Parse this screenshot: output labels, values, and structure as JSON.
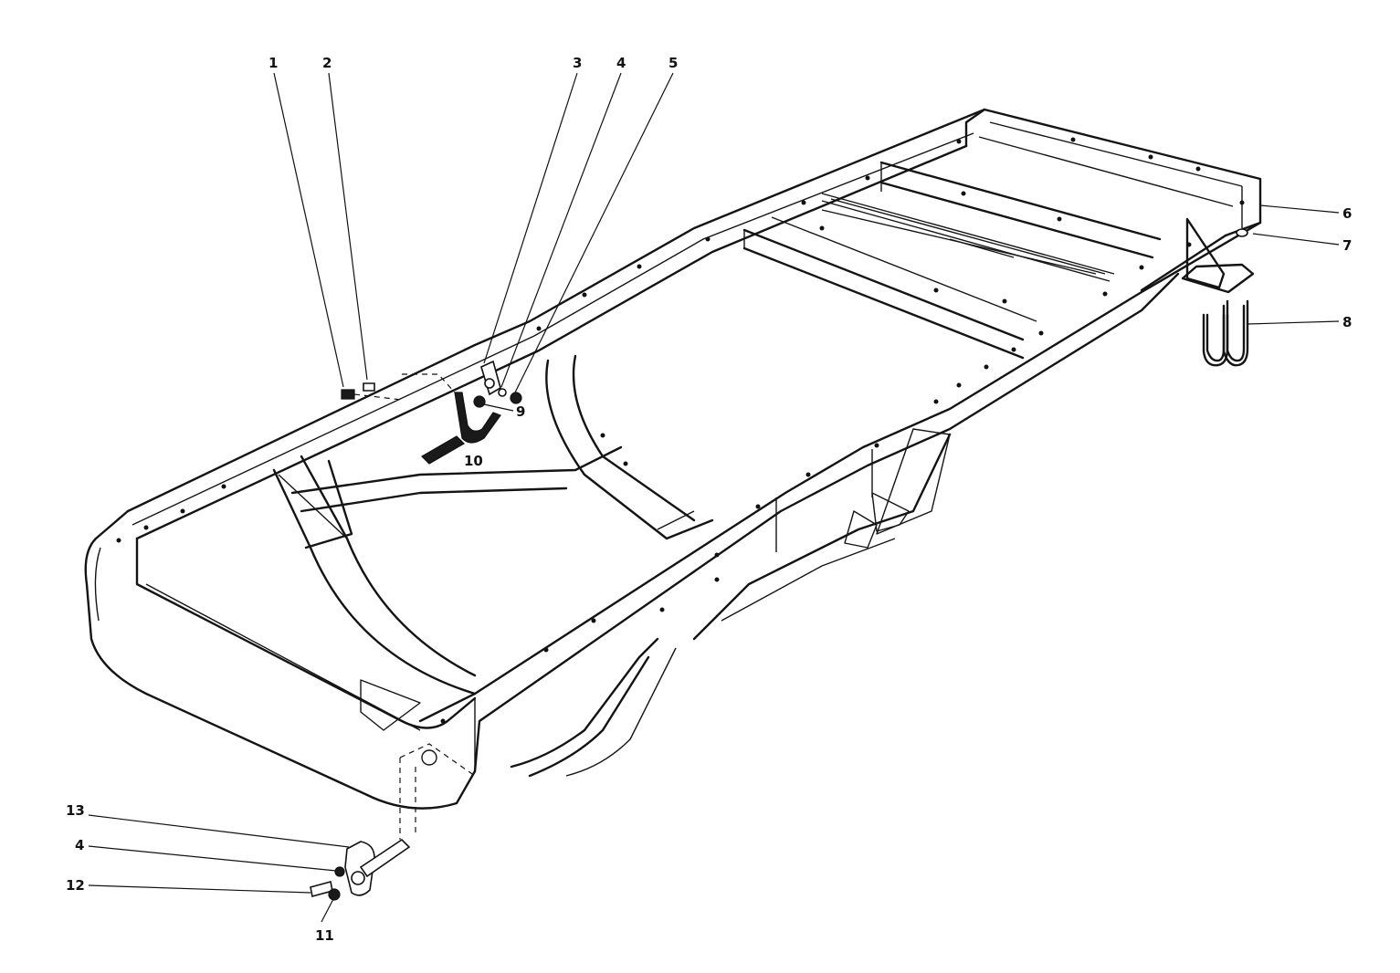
{
  "callouts": [
    {
      "id": "1",
      "label": "1"
    },
    {
      "id": "2",
      "label": "2"
    },
    {
      "id": "3",
      "label": "3"
    },
    {
      "id": "4",
      "label": "4"
    },
    {
      "id": "5",
      "label": "5"
    },
    {
      "id": "6",
      "label": "6"
    },
    {
      "id": "7",
      "label": "7"
    },
    {
      "id": "8",
      "label": "8"
    },
    {
      "id": "9",
      "label": "9"
    },
    {
      "id": "10",
      "label": "10"
    },
    {
      "id": "13",
      "label": "13"
    },
    {
      "id": "4b",
      "label": "4"
    },
    {
      "id": "12",
      "label": "12"
    },
    {
      "id": "11",
      "label": "11"
    }
  ],
  "colors": {
    "ink": "#111111",
    "paper": "#ffffff"
  }
}
